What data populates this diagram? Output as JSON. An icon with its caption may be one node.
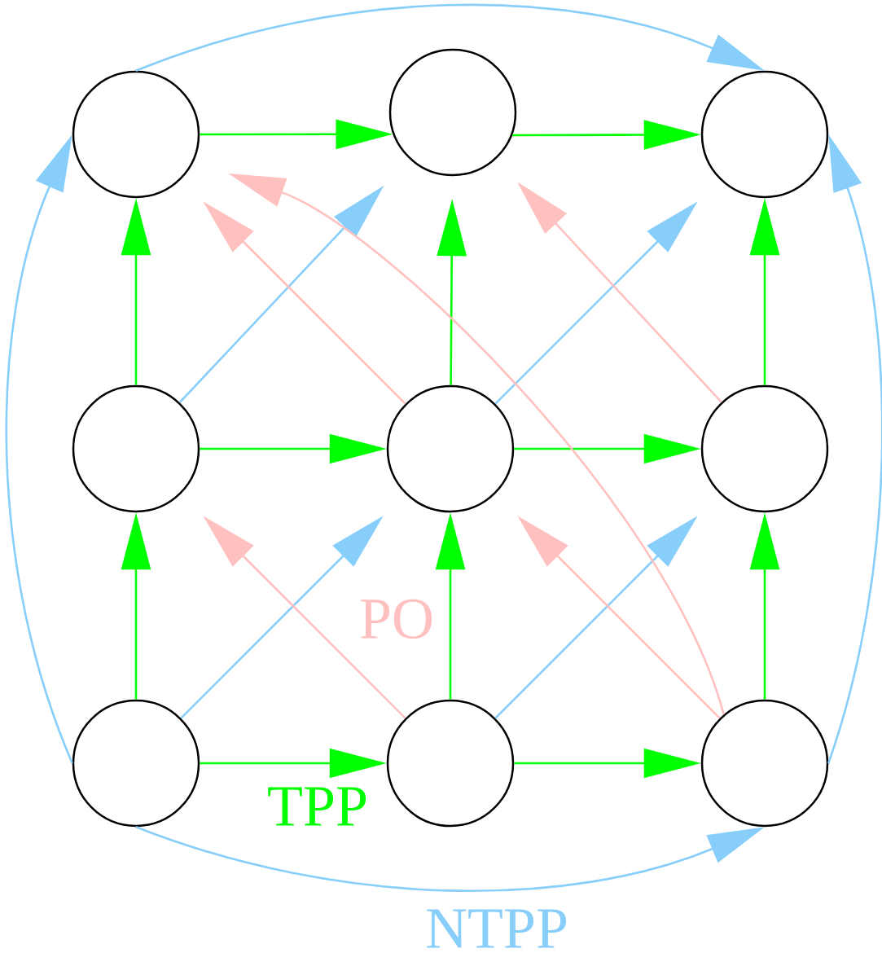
{
  "diagram": {
    "nodes": [
      {
        "text": [],
        "shape": "circle"
      },
      {
        "text": [],
        "shape": "circle"
      },
      {
        "text": [],
        "shape": "circle"
      },
      {
        "text": [],
        "shape": "circle"
      },
      {
        "text": [],
        "shape": "circle"
      },
      {
        "text": [],
        "shape": "circle"
      },
      {
        "text": [],
        "shape": "circle"
      },
      {
        "text": [],
        "shape": "circle"
      },
      {
        "text": [],
        "shape": "circle"
      }
    ],
    "edges": [
      {
        "from": 0,
        "to": 1,
        "arrow": "to"
      },
      {
        "from": 1,
        "to": 2,
        "arrow": "to"
      },
      {
        "from": 3,
        "to": 4,
        "arrow": "to"
      },
      {
        "from": 4,
        "to": 5,
        "arrow": "to"
      },
      {
        "from": 6,
        "to": 7,
        "arrow": "to"
      },
      {
        "from": 7,
        "to": 8,
        "arrow": "to"
      },
      {
        "from": 3,
        "to": 0,
        "arrow": "to"
      },
      {
        "from": 4,
        "to": 1,
        "arrow": "to"
      },
      {
        "from": 5,
        "to": 2,
        "arrow": "to"
      },
      {
        "from": 6,
        "to": 3,
        "arrow": "to"
      },
      {
        "from": 7,
        "to": 4,
        "arrow": "to"
      },
      {
        "from": 8,
        "to": 5,
        "arrow": "to"
      },
      {
        "from": 6,
        "to": 4,
        "arrow": "to",
        "color": "#87cefa"
      },
      {
        "from": 7,
        "to": 5,
        "arrow": "to",
        "color": "#87cefa"
      },
      {
        "from": 3,
        "to": 1,
        "arrow": "to",
        "color": "#87cefa"
      },
      {
        "from": 4,
        "to": 2,
        "arrow": "to",
        "color": "#87cefa"
      },
      {
        "from": 6,
        "to": 8,
        "arrow": "to",
        "color": "#87cefa"
      },
      {
        "from": 0,
        "to": 2,
        "arrow": "to",
        "color": "#87cefa"
      },
      {
        "from": 6,
        "to": 0,
        "arrow": "to",
        "color": "#87cefa"
      },
      {
        "from": 8,
        "to": 2,
        "arrow": "to",
        "color": "#87cefa"
      },
      {
        "from": 4,
        "to": 0,
        "arrow": "to",
        "color": "#ffc0c0"
      },
      {
        "from": 5,
        "to": 1,
        "arrow": "to",
        "color": "#ffc0c0"
      },
      {
        "from": 7,
        "to": 3,
        "arrow": "to",
        "color": "#ffc0c0"
      },
      {
        "from": 8,
        "to": 4,
        "arrow": "to",
        "color": "#ffc0c0"
      },
      {
        "from": 8,
        "to": 0,
        "arrow": "to",
        "color": "#ffc0c0"
      }
    ],
    "labels": [
      "PO",
      "TPP",
      "NTPP"
    ]
  }
}
